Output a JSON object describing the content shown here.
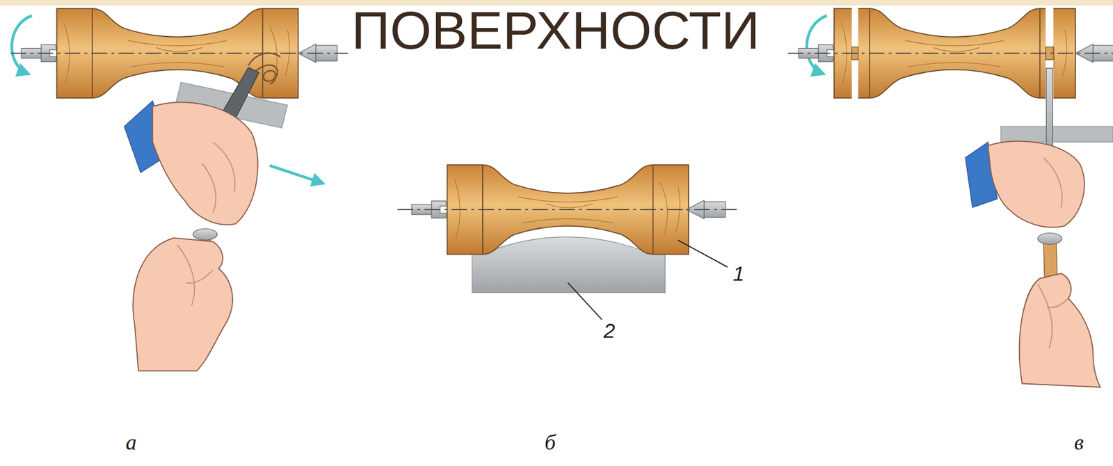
{
  "diagram": {
    "title": "ПОВЕРХНОСТИ",
    "labels": [
      "1",
      "2",
      "а",
      "б",
      "в"
    ]
  }
}
